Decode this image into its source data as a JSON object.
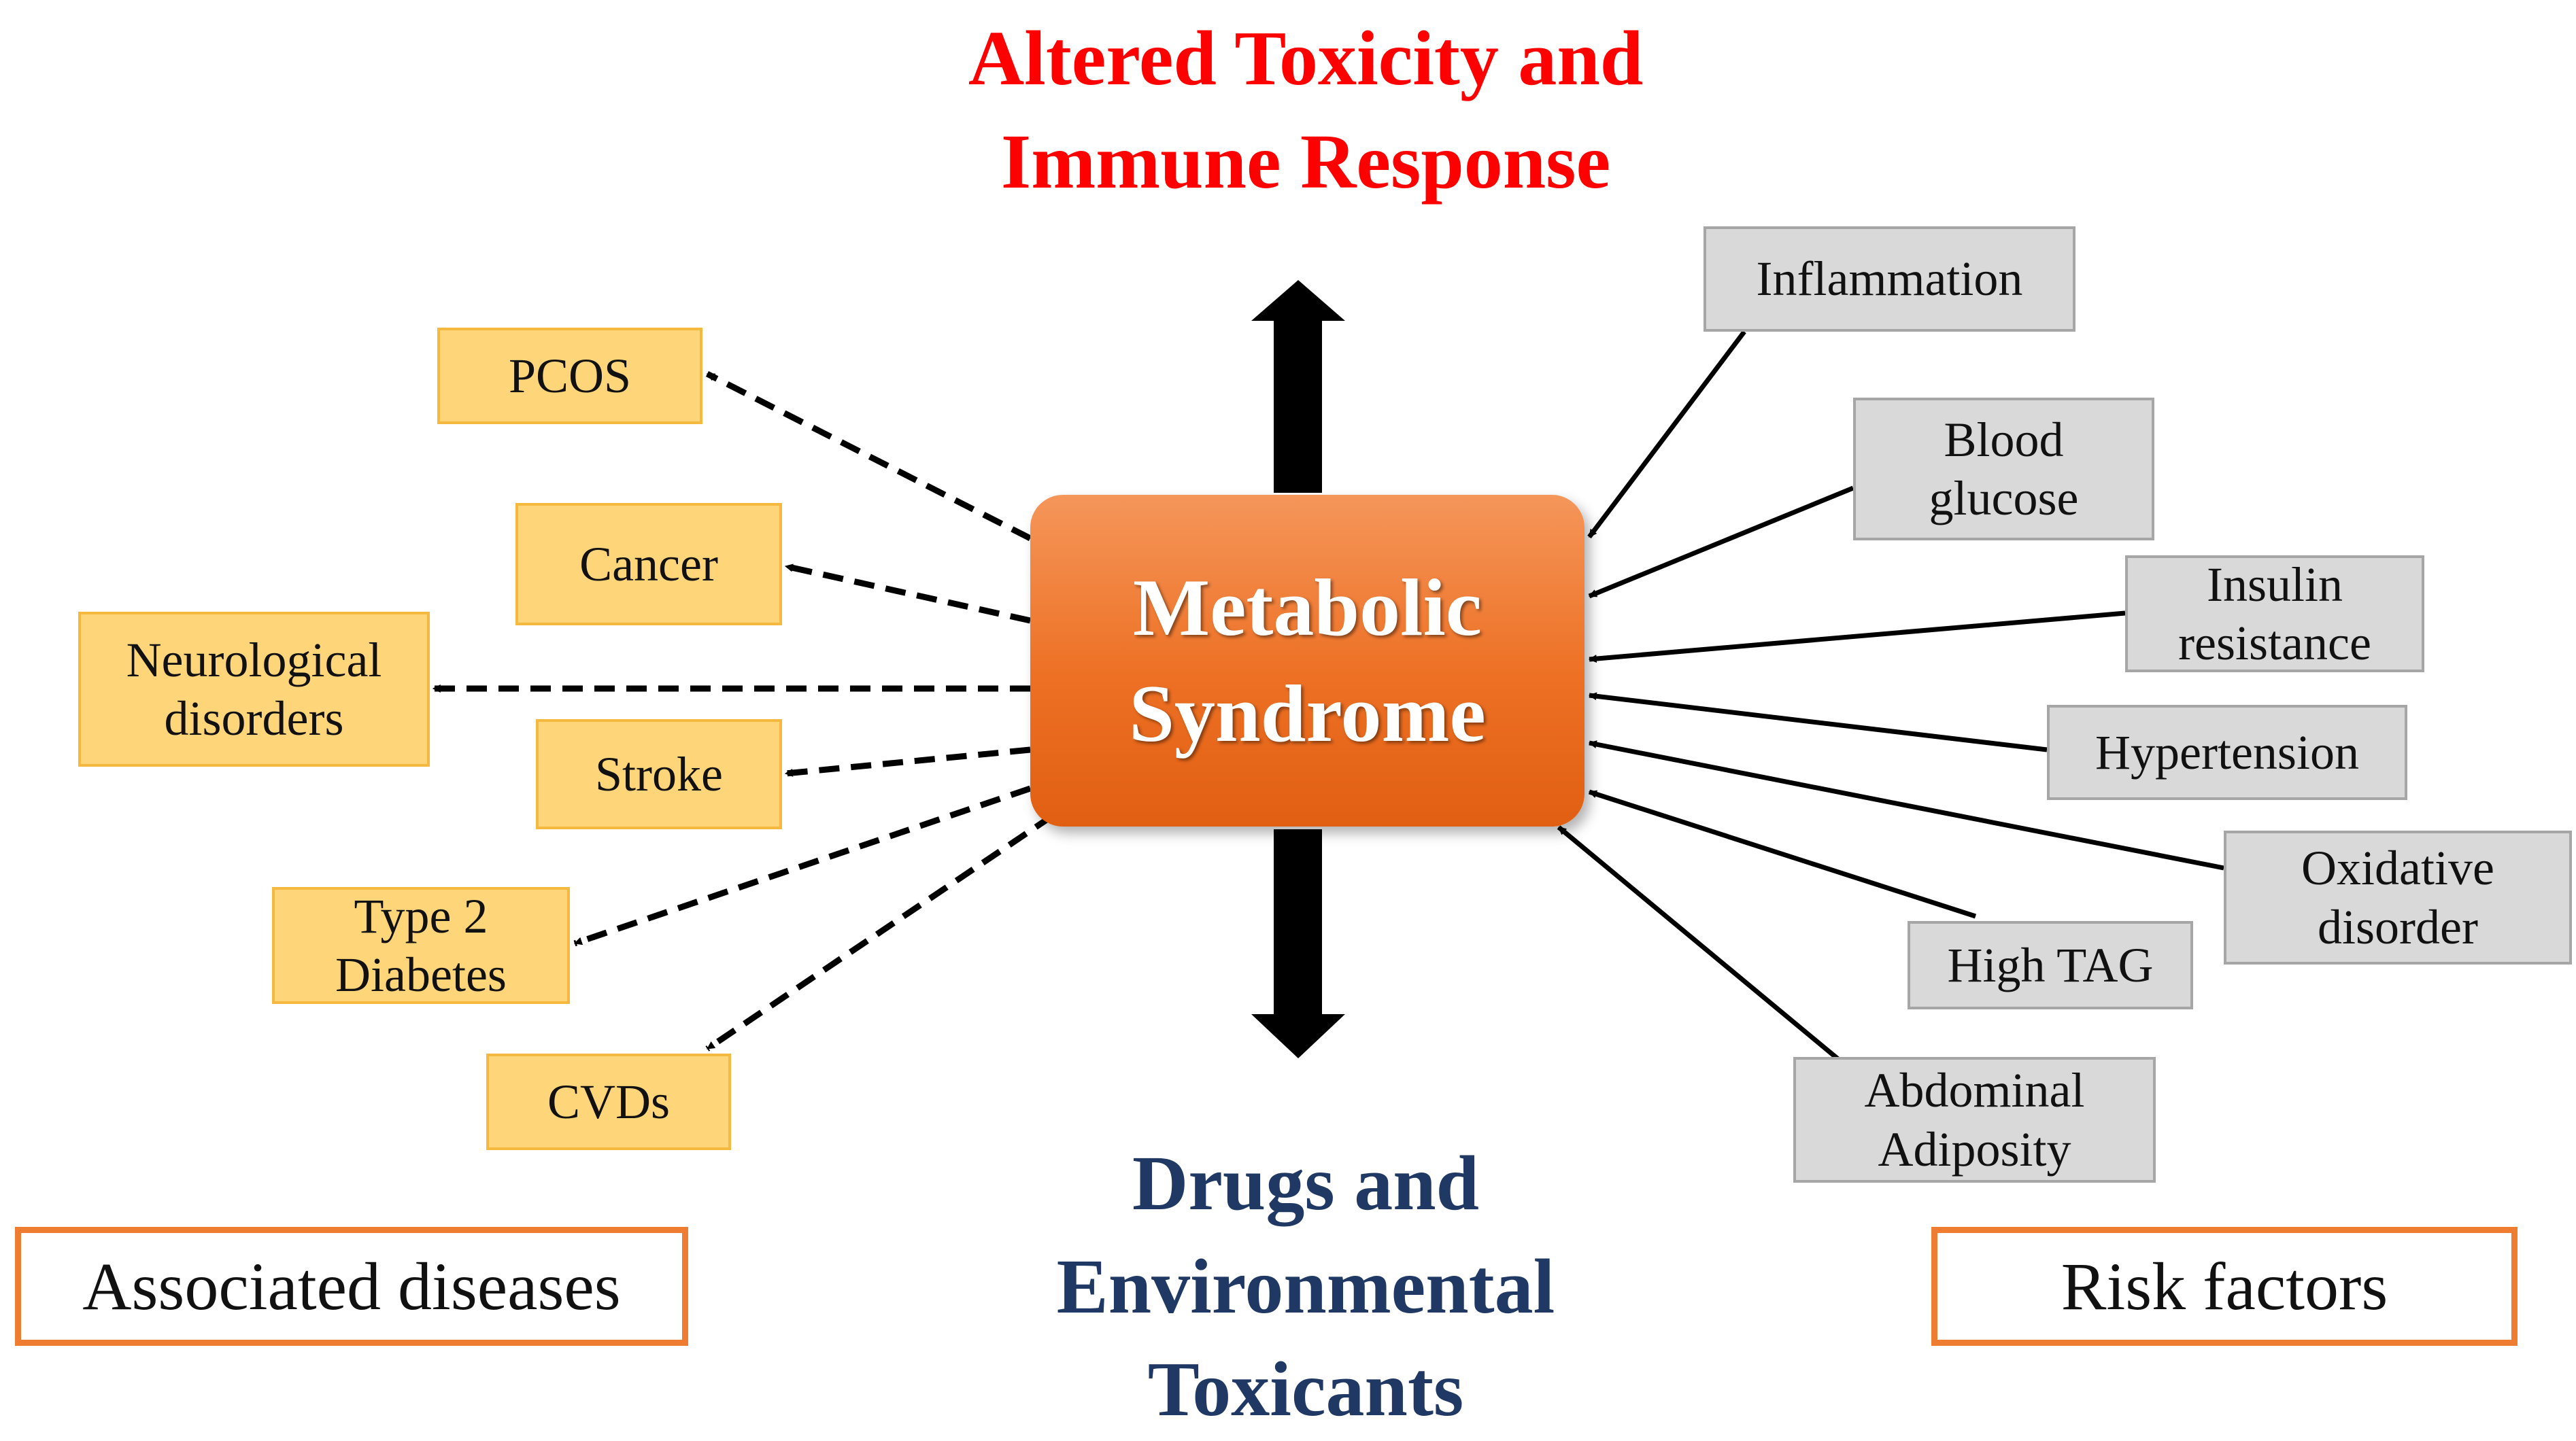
{
  "headings": {
    "top": [
      "Altered Toxicity and",
      "Immune Response"
    ],
    "bottom": [
      "Drugs and",
      "Environmental",
      "Toxicants"
    ]
  },
  "center": [
    "Metabolic",
    "Syndrome"
  ],
  "associated_diseases": [
    [
      "PCOS"
    ],
    [
      "Cancer"
    ],
    [
      "Neurological",
      "disorders"
    ],
    [
      "Stroke"
    ],
    [
      "Type 2",
      "Diabetes"
    ],
    [
      "CVDs"
    ]
  ],
  "risk_factors": [
    [
      "Inflammation"
    ],
    [
      "Blood",
      "glucose"
    ],
    [
      "Insulin",
      "resistance"
    ],
    [
      "Hypertension"
    ],
    [
      "Oxidative",
      "disorder"
    ],
    [
      "High TAG"
    ],
    [
      "Abdominal",
      "Adiposity"
    ]
  ],
  "legend": {
    "left": "Associated diseases",
    "right": "Risk factors"
  },
  "colors": {
    "top_heading": "#ff0000",
    "bottom_heading": "#1f3864",
    "center_fill": "#ed7024",
    "disease_fill": "#ffd57a",
    "risk_fill": "#d9d9d9",
    "legend_border": "#ee7d31"
  }
}
